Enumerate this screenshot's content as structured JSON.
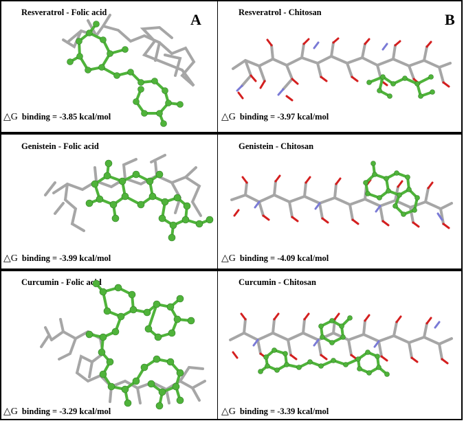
{
  "panels": [
    {
      "title": "Resveratrol - Folic acid",
      "energy": "binding = -3.85  kcal/mol",
      "letter": "A"
    },
    {
      "title": "Resveratrol - Chitosan",
      "energy": "binding = -3.97  kcal/mol",
      "letter": "B"
    },
    {
      "title": "Genistein - Folic acid",
      "energy": "binding = -3.99 kcal/mol",
      "letter": ""
    },
    {
      "title": "Genistein - Chitosan",
      "energy": "binding = -4.09 kcal/mol",
      "letter": ""
    },
    {
      "title": "Curcumin - Folic acid",
      "energy": "binding = -3.29 kcal/mol",
      "letter": ""
    },
    {
      "title": "Curcumin - Chitosan",
      "energy": "binding = -3.39 kcal/mol",
      "letter": ""
    }
  ],
  "delta_symbol": "△G",
  "colors": {
    "ligand": "#4fb33a",
    "host": "#a6a6a6",
    "oxygen": "#d41f1f",
    "nitrogen": "#7a7ad6",
    "border": "#000000"
  }
}
